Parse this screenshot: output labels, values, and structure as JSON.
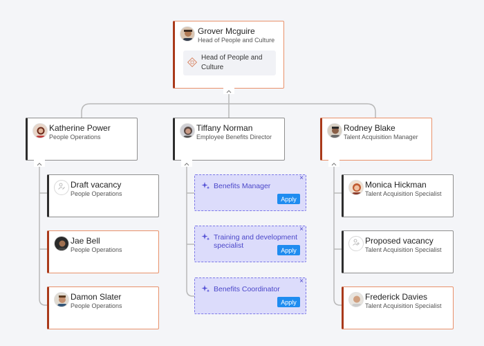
{
  "root": {
    "name": "Grover Mcguire",
    "title": "Head of People and Culture",
    "department": "Head of People and Culture"
  },
  "managers": [
    {
      "name": "Katherine Power",
      "title": "People Operations"
    },
    {
      "name": "Tiffany Norman",
      "title": "Employee Benefits Director"
    },
    {
      "name": "Rodney Blake",
      "title": "Talent Acquisition Manager"
    }
  ],
  "team_left": [
    {
      "name": "Draft vacancy",
      "title": "People Operations",
      "vacancy": true
    },
    {
      "name": "Jae Bell",
      "title": "People Operations"
    },
    {
      "name": "Damon Slater",
      "title": "People Operations"
    }
  ],
  "suggestions": [
    {
      "label": "Benefits Manager",
      "apply": "Apply",
      "close": "×"
    },
    {
      "label": "Training and development specialist",
      "apply": "Apply",
      "close": "×"
    },
    {
      "label": "Benefits Coordinator",
      "apply": "Apply",
      "close": "×"
    }
  ],
  "team_right": [
    {
      "name": "Monica Hickman",
      "title": "Talent Acquisition Specialist"
    },
    {
      "name": "Proposed vacancy",
      "title": "Talent Acquisition Specialist",
      "vacancy": true
    },
    {
      "name": "Frederick Davies",
      "title": "Talent Acquisition Specialist"
    }
  ],
  "colors": {
    "accent_border": "#e8906a",
    "accent_left": "#a9391a",
    "suggestion_bg": "#dcdcfb",
    "suggestion_text": "#4b47c9",
    "apply_button": "#1f8cf0"
  }
}
